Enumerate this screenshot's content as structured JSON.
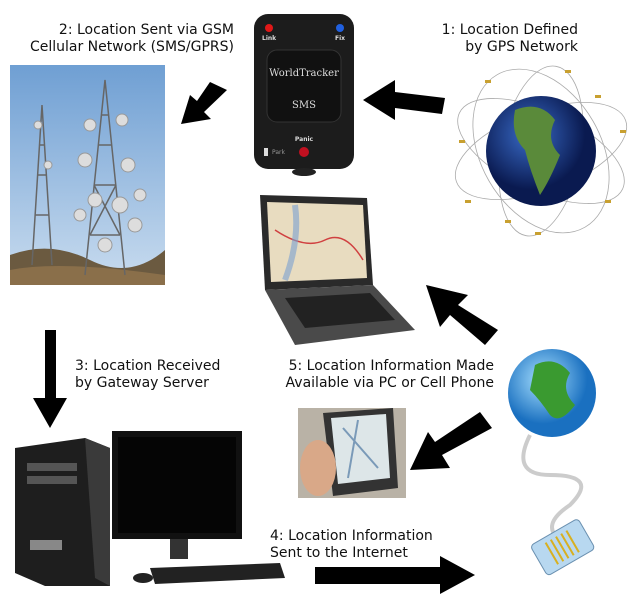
{
  "steps": {
    "step1": {
      "line1": "1: Location Defined",
      "line2": "by GPS Network"
    },
    "step2": {
      "line1": "2: Location Sent via GSM",
      "line2": "Cellular Network (SMS/GPRS)"
    },
    "step3": {
      "line1": "3: Location Received",
      "line2": "by Gateway Server"
    },
    "step4": {
      "line1": "4: Location Information",
      "line2": "Sent to the Internet"
    },
    "step5": {
      "line1": "5: Location Information Made",
      "line2": "Available via PC or Cell Phone"
    }
  },
  "tracker": {
    "brand": "WorldTracker",
    "mode": "SMS",
    "link_label": "Link",
    "fix_label": "Fix",
    "panic_label": "Panic",
    "park_label": "Park"
  },
  "colors": {
    "arrow": "#000000",
    "sky": "#8fb6dc",
    "globe_ocean": "#1d3f8f",
    "land": "#5a8a3a"
  }
}
